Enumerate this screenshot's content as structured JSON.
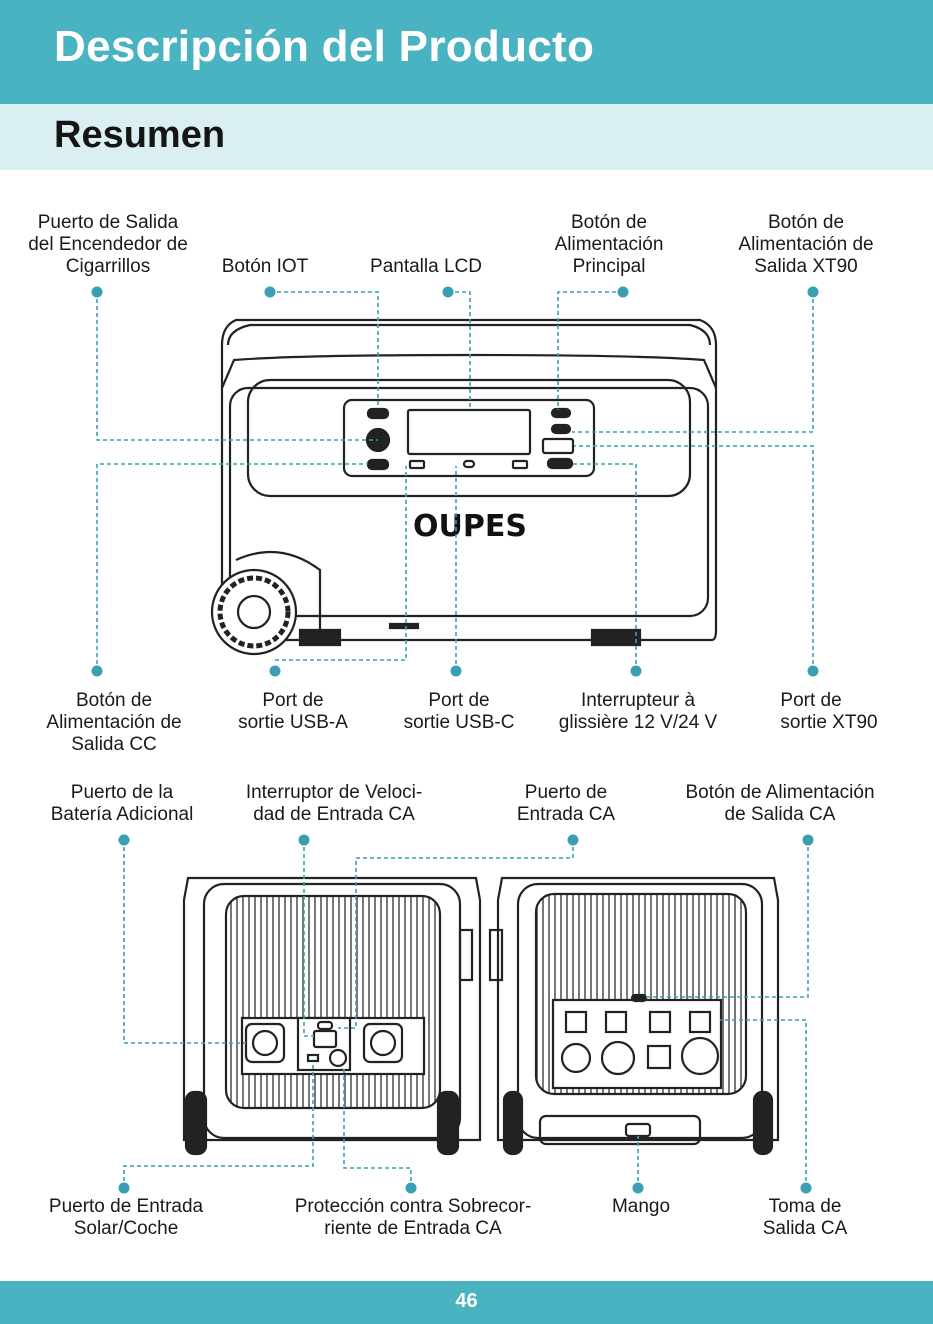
{
  "header": {
    "title": "Descripción del Producto",
    "subtitle": "Resumen"
  },
  "brand": "OUPES",
  "front_labels_top": [
    [
      "Puerto de Salida",
      "del Encendedor de",
      "Cigarrillos"
    ],
    [
      "Botón IOT"
    ],
    [
      "Pantalla LCD"
    ],
    [
      "Botón de",
      "Alimentación",
      "Principal"
    ],
    [
      "Botón de",
      "Alimentación de",
      "Salida XT90"
    ]
  ],
  "front_labels_bottom": [
    [
      "Botón de",
      "Alimentación de",
      "Salida CC"
    ],
    [
      "Port de",
      "sortie USB-A"
    ],
    [
      "Port de",
      "sortie USB-C"
    ],
    [
      "Interrupteur à",
      "glissière 12 V/24 V"
    ],
    [
      "Port de",
      "sortie XT90"
    ]
  ],
  "rear_labels_top": [
    [
      "Puerto de la",
      "Batería Adicional"
    ],
    [
      "Interruptor de Veloci-",
      "dad de Entrada CA"
    ],
    [
      "Puerto de",
      "Entrada CA"
    ],
    [
      "Botón de Alimentación",
      "de Salida CA"
    ]
  ],
  "rear_labels_bottom": [
    [
      "Puerto de Entrada",
      "Solar/Coche"
    ],
    [
      "Protección contra Sobrecor-",
      "riente de Entrada CA"
    ],
    [
      "Mango"
    ],
    [
      "Toma de",
      "Salida CA"
    ]
  ],
  "page_number": "46",
  "colors": {
    "accent": "#4ab3c2",
    "accent_light": "#d9eff2",
    "line": "#3a9fb3",
    "device": "#222222"
  }
}
